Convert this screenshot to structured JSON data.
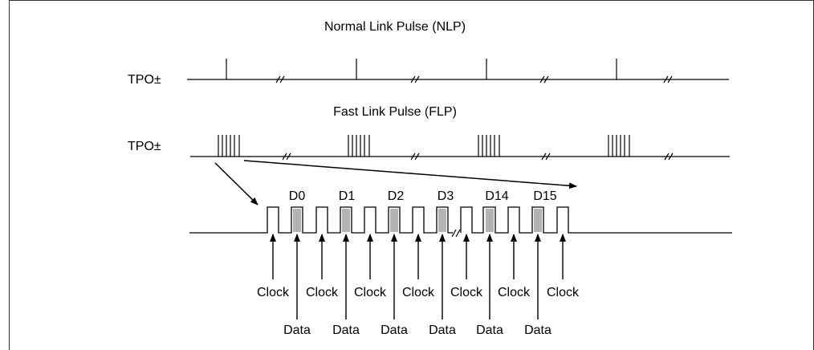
{
  "diagram": {
    "nlp_title": "Normal Link Pulse (NLP)",
    "flp_title": "Fast Link Pulse (FLP)",
    "nlp_signal_label": "TPO±",
    "flp_signal_label": "TPO±",
    "data_bits": [
      "D0",
      "D1",
      "D2",
      "D3",
      "D14",
      "D15"
    ],
    "clock_label": "Clock",
    "data_label": "Data",
    "colors": {
      "line": "#000000",
      "data_fill": "#b3b3b3"
    }
  }
}
